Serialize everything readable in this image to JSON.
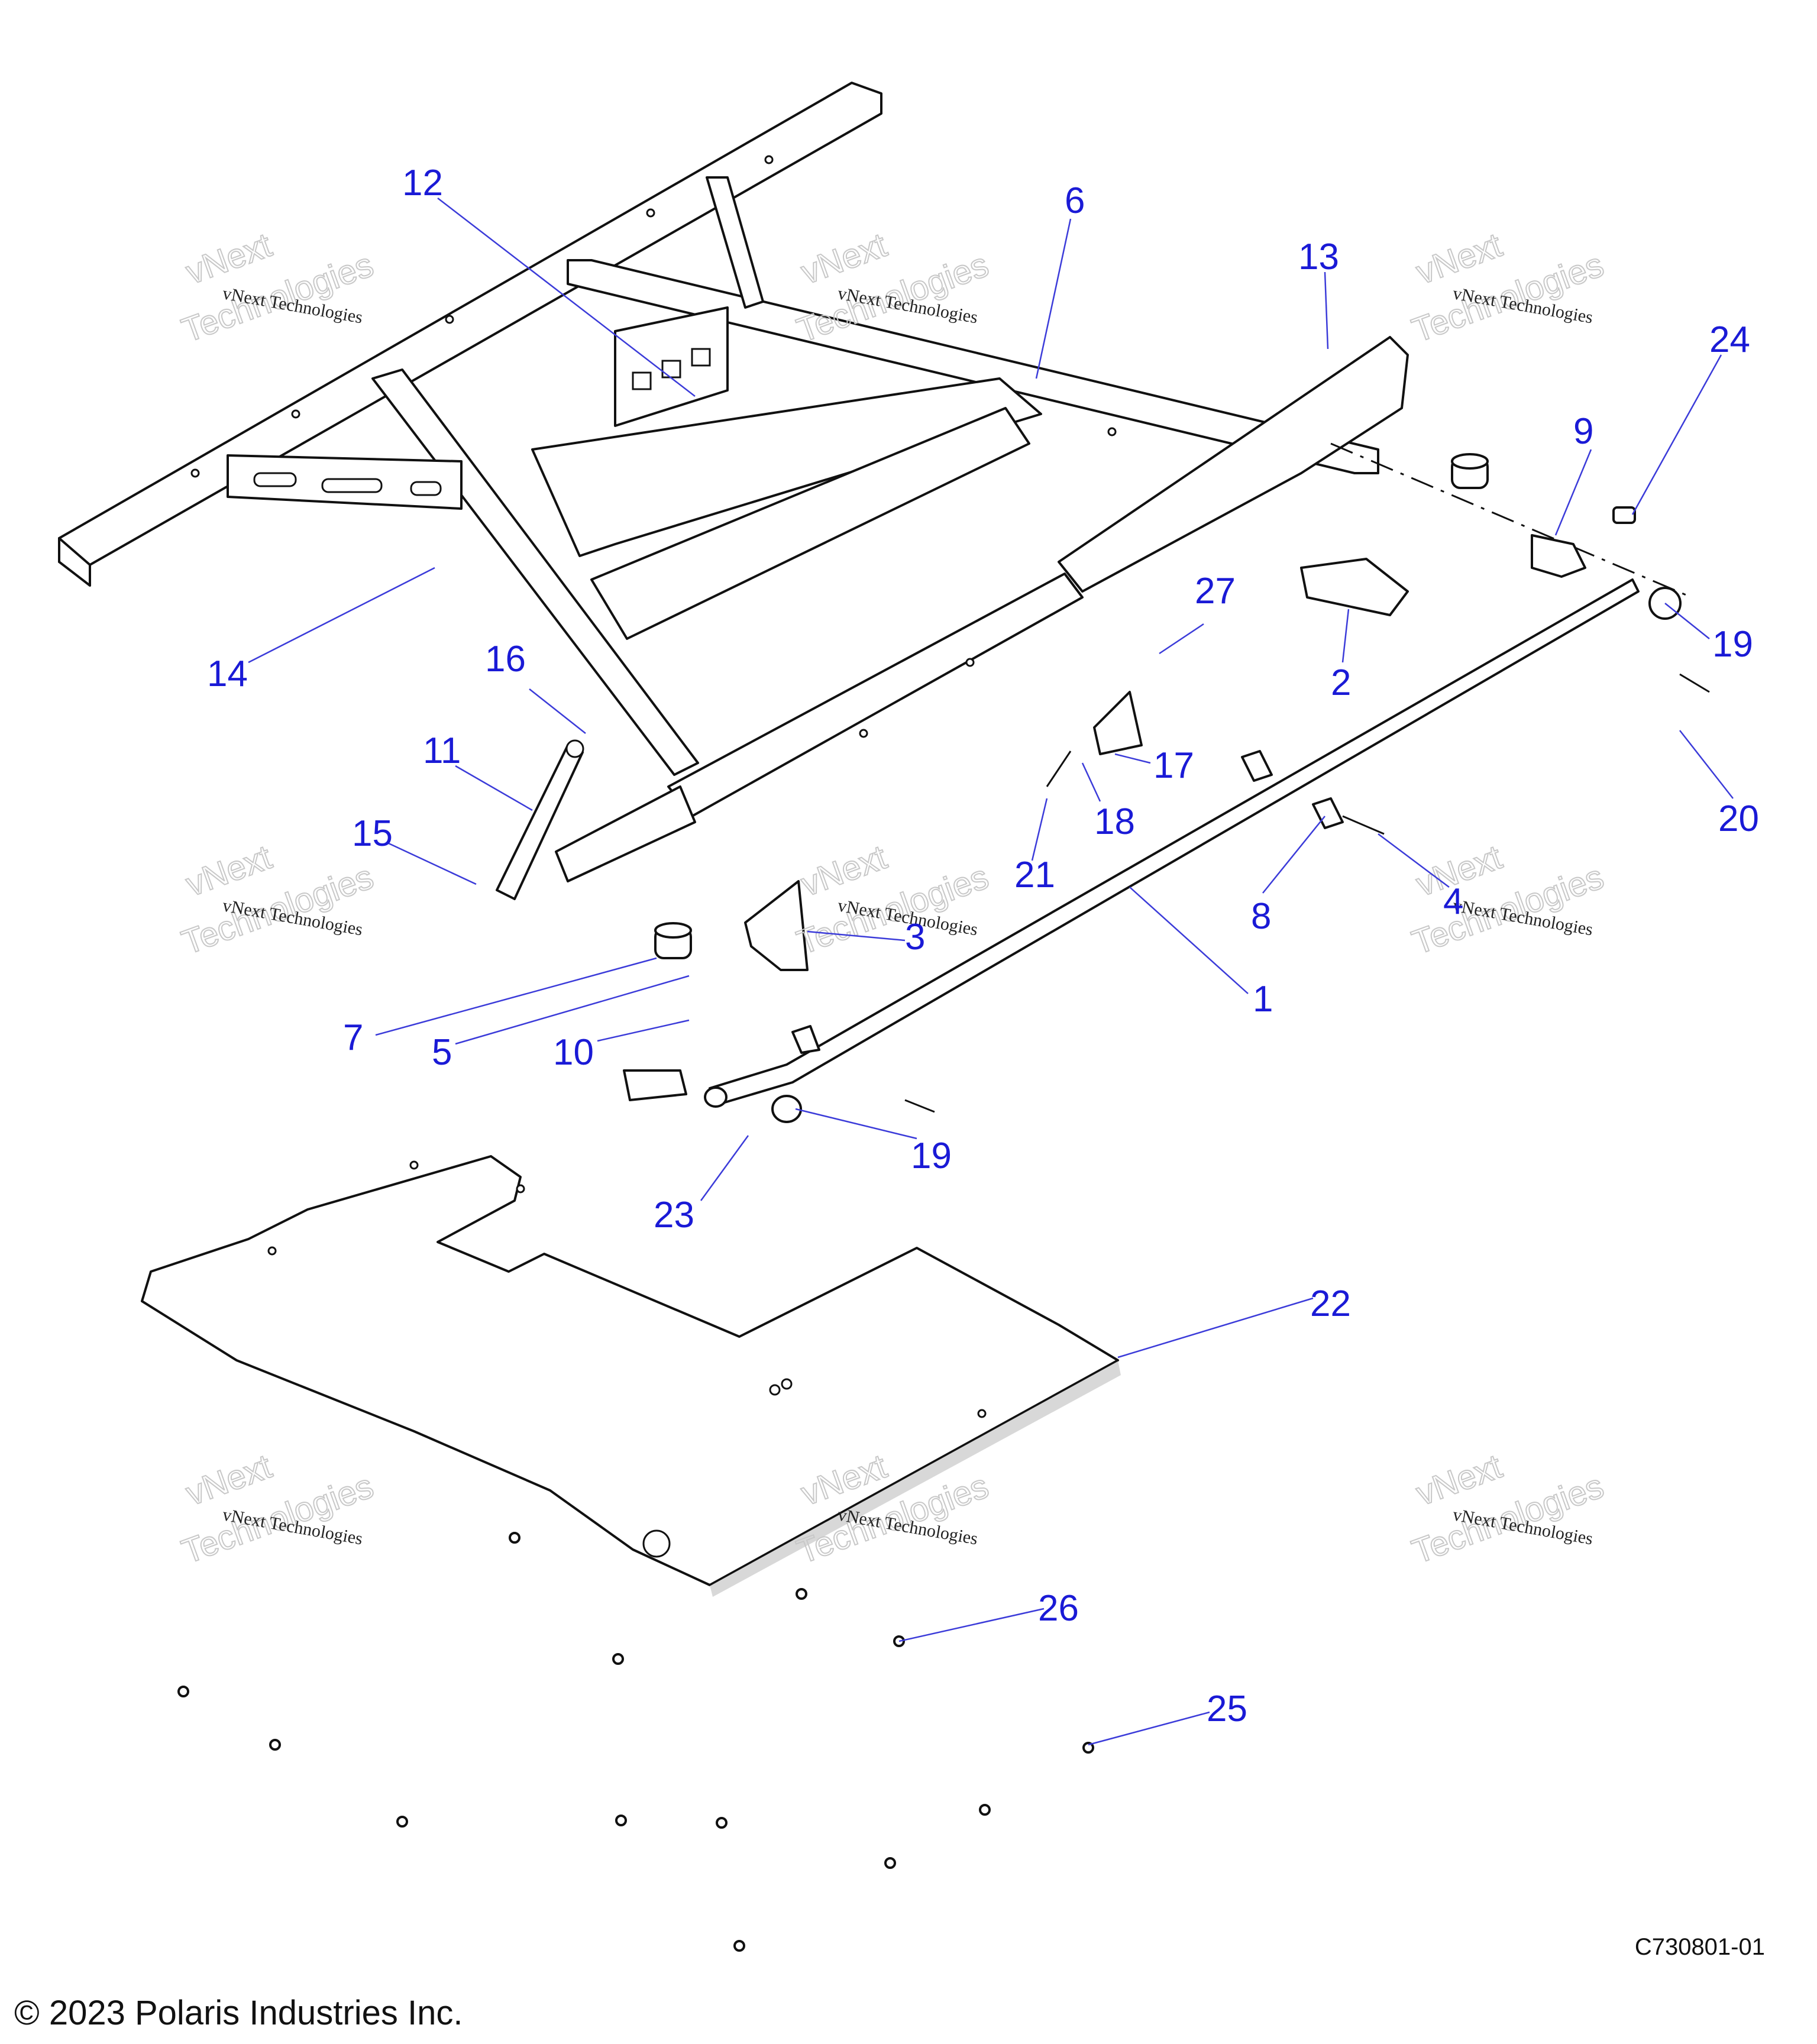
{
  "drawing_code": "C730801-01",
  "copyright": "© 2023 Polaris Industries Inc.",
  "watermark": {
    "line1": "vNext Technologies",
    "line2": "vNext",
    "line3": "Technologies"
  },
  "callouts": [
    "1",
    "2",
    "3",
    "4",
    "5",
    "6",
    "7",
    "8",
    "9",
    "10",
    "11",
    "12",
    "13",
    "14",
    "15",
    "16",
    "17",
    "18",
    "19",
    "19",
    "20",
    "21",
    "22",
    "23",
    "24",
    "25",
    "26",
    "27"
  ]
}
